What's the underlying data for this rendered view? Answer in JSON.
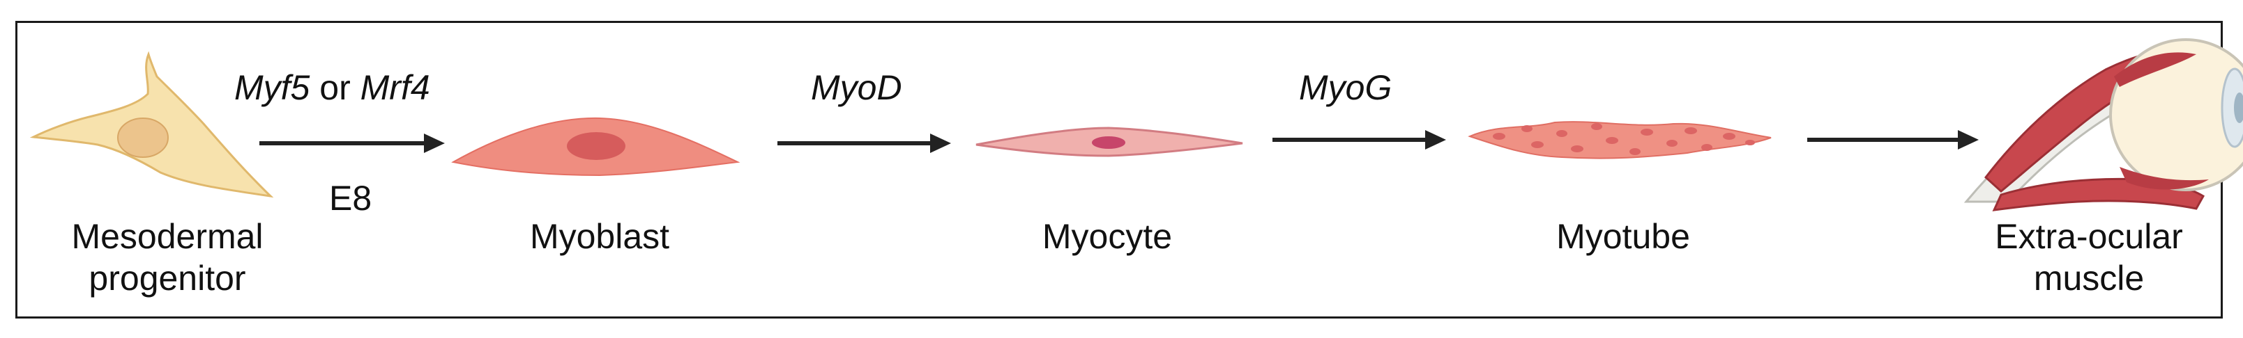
{
  "stages": [
    {
      "id": "mesodermal-progenitor",
      "label_line1": "Mesodermal",
      "label_line2": "progenitor"
    },
    {
      "id": "myoblast",
      "label_line1": "Myoblast"
    },
    {
      "id": "myocyte",
      "label_line1": "Myocyte"
    },
    {
      "id": "myotube",
      "label_line1": "Myotube"
    },
    {
      "id": "extra-ocular-muscle",
      "label_line1": "Extra-ocular",
      "label_line2": "muscle"
    }
  ],
  "transitions": [
    {
      "gene_a": "Myf5",
      "connector": "or",
      "gene_b": "Mrf4",
      "below": "E8"
    },
    {
      "gene_a": "MyoD"
    },
    {
      "gene_a": "MyoG"
    },
    {}
  ],
  "colors": {
    "progenitor_fill": "#f7e2ad",
    "progenitor_nucleus": "#ecc48c",
    "myoblast_fill": "#ef8d80",
    "myoblast_nucleus": "#d65c5c",
    "myocyte_fill": "#f0b0ad",
    "myocyte_nucleus": "#c7456a",
    "myotube_fill": "#ef9184",
    "myotube_nuclei": "#dc6564",
    "muscle_red": "#c8474d",
    "eye_cream": "#fbf2dc",
    "arrow": "#222222"
  }
}
